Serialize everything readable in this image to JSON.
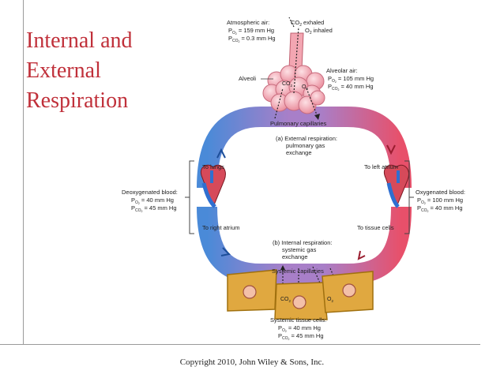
{
  "slide": {
    "title_lines": [
      "Internal and",
      "External",
      "Respiration"
    ],
    "copyright": "Copyright 2010, John Wiley & Sons, Inc."
  },
  "diagram": {
    "atmospheric": {
      "heading": "Atmospheric air:",
      "po2": "= 159 mm Hg",
      "pco2": "= 0.3 mm Hg"
    },
    "co2_exhaled": "exhaled",
    "o2_inhaled": "inhaled",
    "alveoli": "Alveoli",
    "alveolar_co2": "CO",
    "alveolar_o2": "O",
    "alveolar_air": {
      "heading": "Alveolar air:",
      "po2": "= 105 mm Hg",
      "pco2": "= 40 mm Hg"
    },
    "pulmonary_capillaries": "Pulmonary capillaries",
    "external_respiration": [
      "(a) External respiration:",
      "pulmonary gas",
      "exchange"
    ],
    "to_lungs": "To lungs",
    "to_left_atrium": "To left atrium",
    "to_right_atrium": "To right atrium",
    "to_tissue_cells": "To tissue cells",
    "deoxygenated": {
      "heading": "Deoxygenated blood:",
      "po2": "= 40 mm Hg",
      "pco2": "= 45 mm Hg"
    },
    "oxygenated": {
      "heading": "Oxygenated blood:",
      "po2": "= 100 mm Hg",
      "pco2": "= 40 mm Hg"
    },
    "internal_respiration": [
      "(b) Internal respiration:",
      "systemic gas",
      "exchange"
    ],
    "systemic_capillaries": "Systemic capillaries",
    "tissue_co2": "CO",
    "tissue_o2": "O",
    "tissue_cells": {
      "heading": "Systemic tissue cells:",
      "po2": "= 40 mm Hg",
      "pco2": "= 45 mm Hg"
    },
    "subscripts": {
      "o2": "O",
      "co2": "CO",
      "two": "2",
      "p": "P"
    }
  },
  "colors": {
    "title": "#c0303a",
    "oxygenated": "#e8506a",
    "deoxygenated": "#4a8ad8",
    "exchange": "#a87fc8",
    "tissue": "#e0a840"
  }
}
